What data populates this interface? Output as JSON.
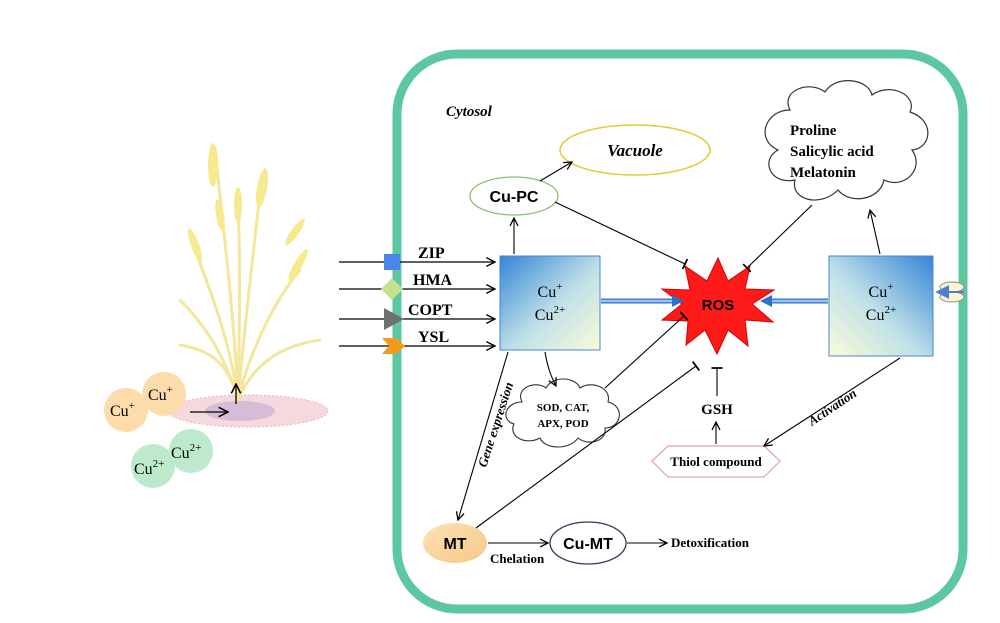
{
  "compartments": {
    "cytosol": "Cytosol",
    "vacuole": "Vacuole"
  },
  "soil_ions": {
    "cu_plus": "Cu",
    "cu_plus_sup": "+",
    "cu_2plus": "Cu",
    "cu_2plus_sup": "2+"
  },
  "transporters": [
    {
      "name": "ZIP",
      "color": "#4a86e8",
      "shape": "square"
    },
    {
      "name": "HMA",
      "color": "#c5e08f",
      "shape": "diamond"
    },
    {
      "name": "COPT",
      "color": "#707070",
      "shape": "triangle"
    },
    {
      "name": "YSL",
      "color": "#f59a1b",
      "shape": "chevron"
    }
  ],
  "copper_box": {
    "line1": "Cu",
    "line1_sup": "+",
    "line2": "Cu",
    "line2_sup": "2+"
  },
  "nodes": {
    "cu_pc": "Cu-PC",
    "ros": "ROS",
    "antioxidants_line1": "SOD, CAT,",
    "antioxidants_line2": "APX, POD",
    "osmolytes": [
      "Proline",
      "Salicylic acid",
      "Melatonin"
    ],
    "gsh": "GSH",
    "thiol": "Thiol compound",
    "mt": "MT",
    "cu_mt": "Cu-MT",
    "detox": "Detoxification"
  },
  "edge_labels": {
    "gene_expression": "Gene expression",
    "activation": "Activation",
    "chelation": "Chelation"
  },
  "colors": {
    "cell_wall": "#5cc7a0",
    "vacuole": "#e8c830",
    "ros": "#ff1a1a",
    "cu_box_top": "#3a8ad6",
    "cu_box_bottom": "#f4f8d0",
    "mt": "#f9d29a",
    "cu_plus_circle": "#fbdcaa",
    "cu_2plus_circle": "#bdeacd"
  }
}
